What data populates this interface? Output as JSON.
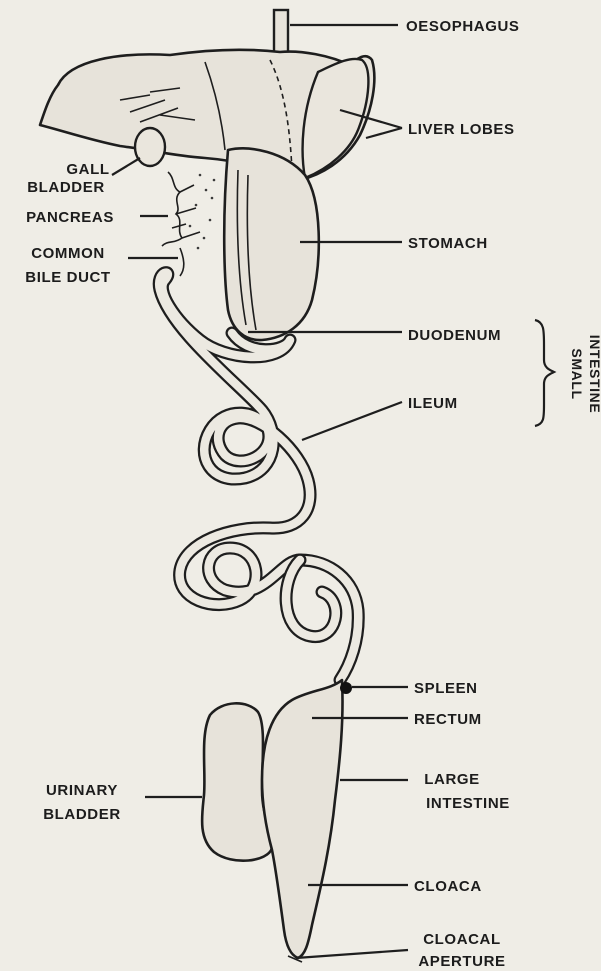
{
  "labels": {
    "oesophagus": "OESOPHAGUS",
    "liver_lobes": "LIVER LOBES",
    "gall_bladder_1": "GALL",
    "gall_bladder_2": "BLADDER",
    "pancreas": "PANCREAS",
    "common_bile_duct_1": "COMMON",
    "common_bile_duct_2": "BILE DUCT",
    "stomach": "STOMACH",
    "duodenum": "DUODENUM",
    "ileum": "ILEUM",
    "small_intestine_1": "SMALL",
    "small_intestine_2": "INTESTINE",
    "spleen": "SPLEEN",
    "rectum": "RECTUM",
    "large_intestine_1": "LARGE",
    "large_intestine_2": "INTESTINE",
    "urinary_bladder_1": "URINARY",
    "urinary_bladder_2": "BLADDER",
    "cloaca": "CLOACA",
    "cloacal_aperture_1": "CLOACAL",
    "cloacal_aperture_2": "APERTURE"
  }
}
